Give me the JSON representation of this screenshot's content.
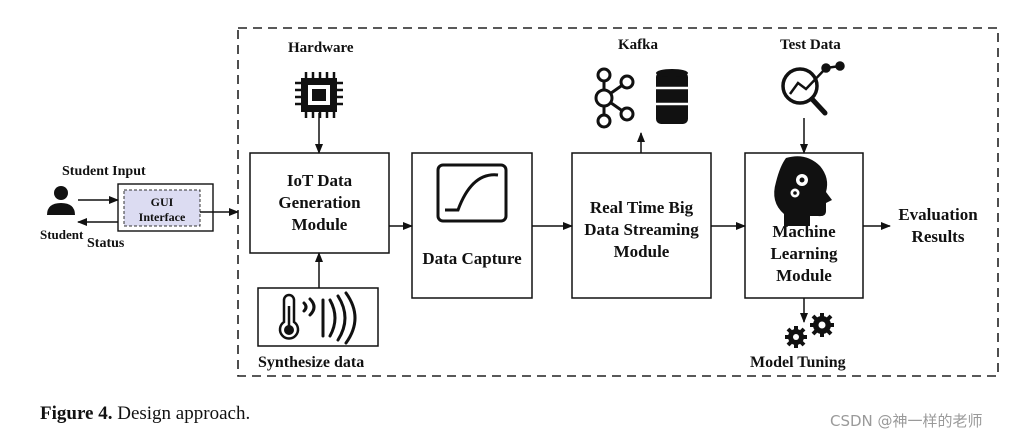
{
  "diagram": {
    "student_input": "Student Input",
    "student": "Student",
    "status": "Status",
    "gui_line1": "GUI",
    "gui_line2": "Interface",
    "hardware": "Hardware",
    "iot_module": [
      "IoT Data",
      "Generation",
      "Module"
    ],
    "synthesize": "Synthesize data",
    "data_capture": "Data Capture",
    "kafka": "Kafka",
    "streaming_module": [
      "Real Time Big",
      "Data Streaming",
      "Module"
    ],
    "test_data": "Test Data",
    "ml_module": [
      "Machine",
      "Learning",
      "Module"
    ],
    "model_tuning": "Model Tuning",
    "evaluation": [
      "Evaluation",
      "Results"
    ]
  },
  "caption": {
    "label": "Figure 4.",
    "text": " Design approach."
  },
  "watermark": "CSDN @神一样的老师"
}
